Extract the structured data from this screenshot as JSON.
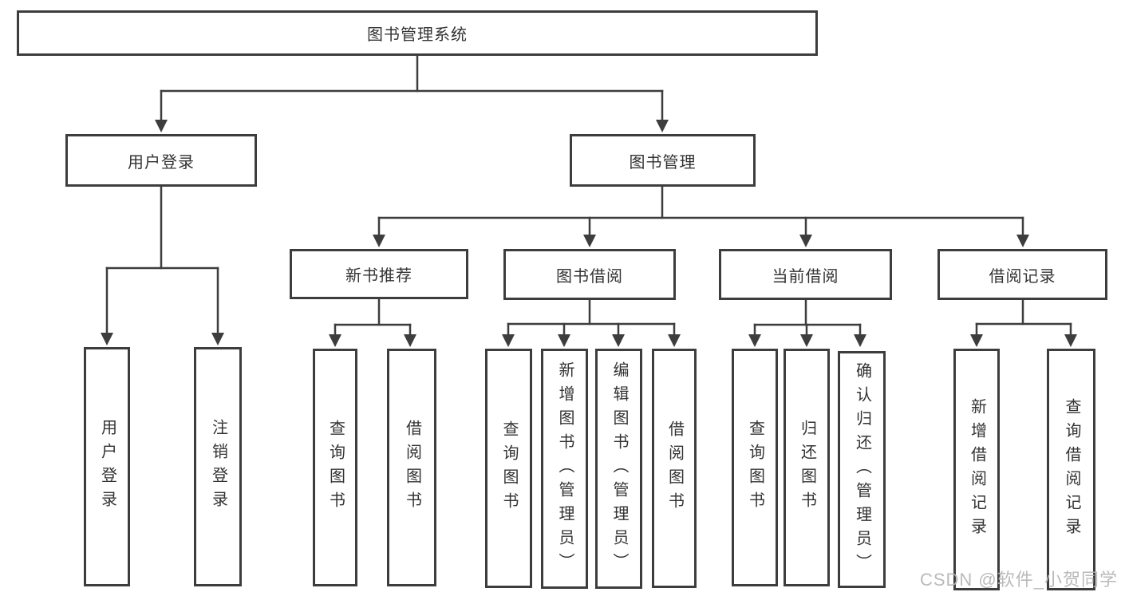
{
  "tree": {
    "root": {
      "label": "图书管理系统"
    },
    "branches": [
      {
        "label": "用户登录",
        "children": [
          {
            "label": "用户登录"
          },
          {
            "label": "注销登录"
          }
        ]
      },
      {
        "label": "图书管理",
        "children": [
          {
            "label": "新书推荐",
            "children": [
              {
                "label": "查询图书"
              },
              {
                "label": "借阅图书"
              }
            ]
          },
          {
            "label": "图书借阅",
            "children": [
              {
                "label": "查询图书"
              },
              {
                "label": "新增图书（管理员）"
              },
              {
                "label": "编辑图书（管理员）"
              },
              {
                "label": "借阅图书"
              }
            ]
          },
          {
            "label": "当前借阅",
            "children": [
              {
                "label": "查询图书"
              },
              {
                "label": "归还图书"
              },
              {
                "label": "确认归还（管理员）"
              }
            ]
          },
          {
            "label": "借阅记录",
            "children": [
              {
                "label": "新增借阅记录"
              },
              {
                "label": "查询借阅记录"
              }
            ]
          }
        ]
      }
    ]
  },
  "watermark": {
    "text": "CSDN @软件_小贺同学"
  },
  "colors": {
    "line": "#3d3d3d",
    "text": "#333333",
    "watermark": "#b3b3b3",
    "background": "#ffffff"
  }
}
